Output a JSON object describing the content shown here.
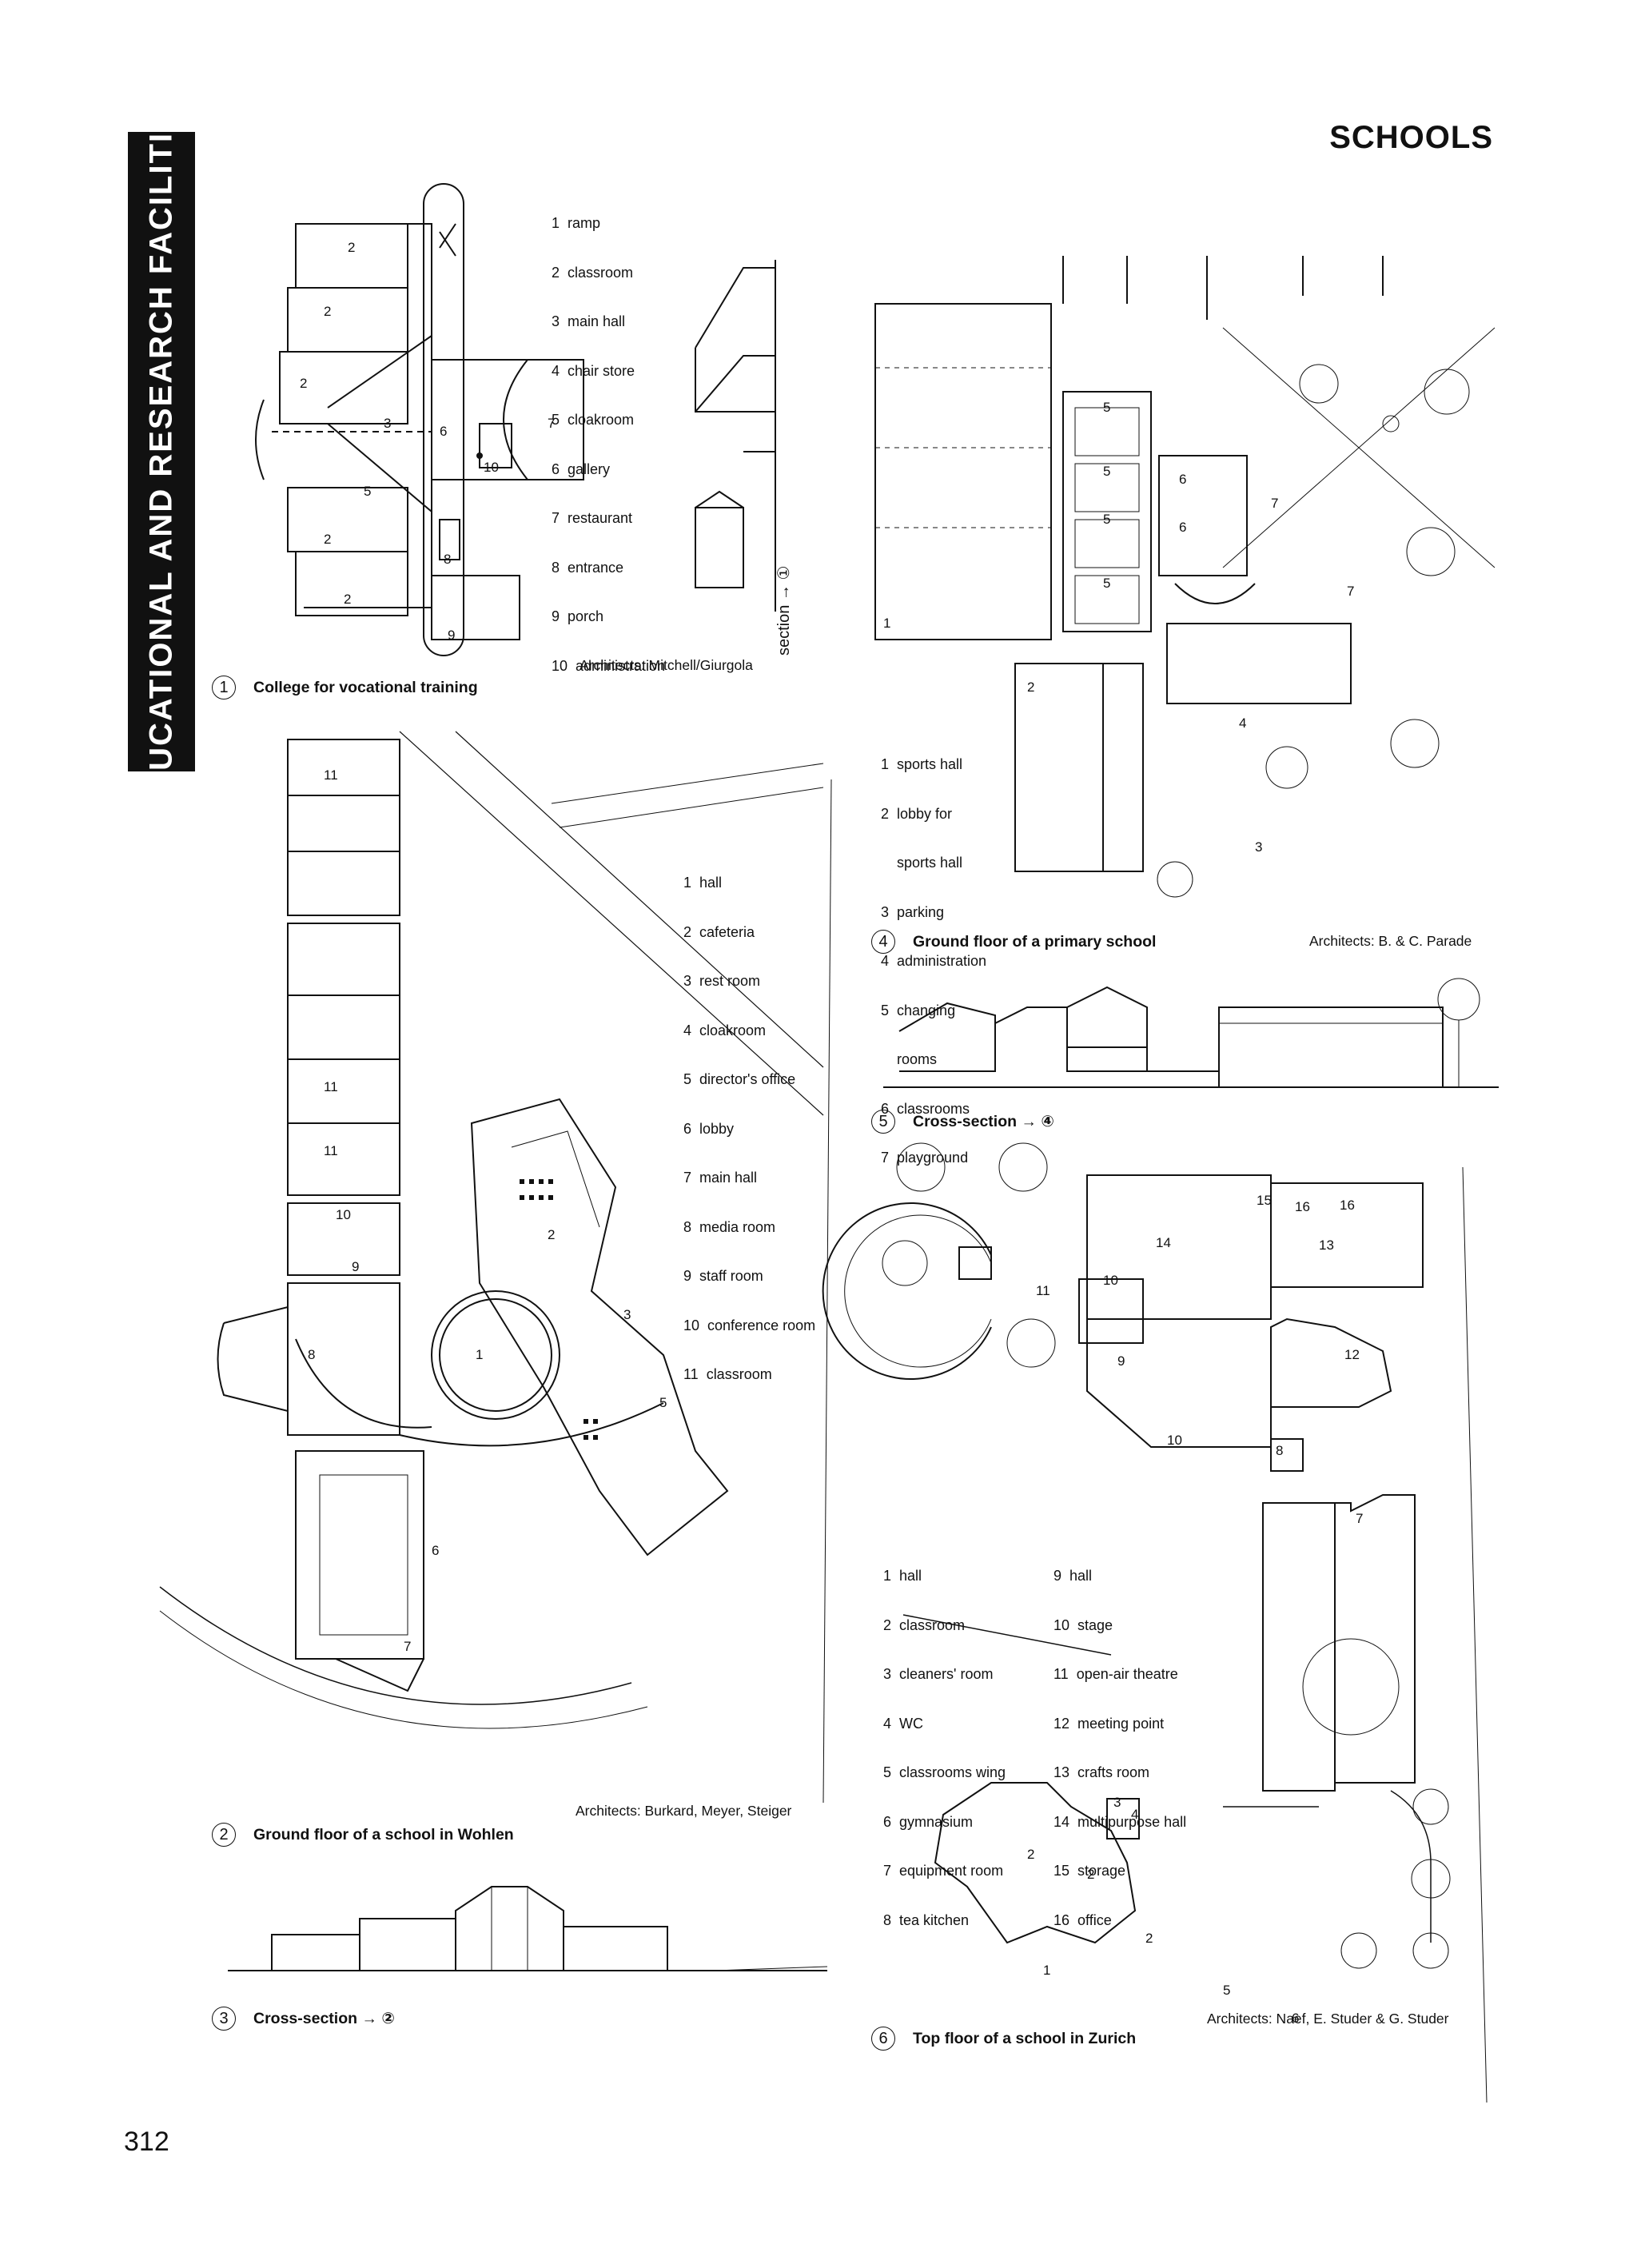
{
  "header": {
    "section_title": "EDUCATIONAL AND RESEARCH FACILITIES",
    "page_title": "SCHOOLS"
  },
  "page_number": "312",
  "fig1": {
    "number": "1",
    "caption": "College for vocational training",
    "architects": "Architects: Mitchell/Giurgola",
    "section_label": "section → ①",
    "legend": [
      "1  ramp",
      "2  classroom",
      "3  main hall",
      "4  chair store",
      "5  cloakroom",
      "6  gallery",
      "7  restaurant",
      "8  entrance",
      "9  porch",
      "10  administration"
    ]
  },
  "fig2": {
    "number": "2",
    "caption": "Ground floor of a school in Wohlen",
    "architects": "Architects: Burkard, Meyer, Steiger",
    "legend": [
      "1  hall",
      "2  cafeteria",
      "3  rest room",
      "4  cloakroom",
      "5  director's office",
      "6  lobby",
      "7  main hall",
      "8  media room",
      "9  staff room",
      "10  conference room",
      "11  classroom"
    ]
  },
  "fig3": {
    "number": "3",
    "caption": "Cross-section → ②"
  },
  "fig4": {
    "number": "4",
    "caption": "Ground floor of a primary school",
    "architects": "Architects: B. & C. Parade",
    "legend": [
      "1  sports hall",
      "2  lobby for",
      "    sports hall",
      "3  parking",
      "4  administration",
      "5  changing",
      "    rooms",
      "6  classrooms",
      "7  playground"
    ]
  },
  "fig5": {
    "number": "5",
    "caption": "Cross-section → ④"
  },
  "fig6": {
    "number": "6",
    "caption": "Top floor of a school in Zurich",
    "architects": "Architects: Naef, E. Studer & G. Studer",
    "legend_left": [
      "1  hall",
      "2  classroom",
      "3  cleaners' room",
      "4  WC",
      "5  classrooms wing",
      "6  gymnasium",
      "7  equipment room",
      "8  tea kitchen"
    ],
    "legend_right": [
      "9  hall",
      "10  stage",
      "11  open-air theatre",
      "12  meeting point",
      "13  crafts room",
      "14  multipurpose hall",
      "15  storage",
      "16  office"
    ]
  },
  "colors": {
    "ink": "#111111",
    "paper": "#ffffff"
  }
}
